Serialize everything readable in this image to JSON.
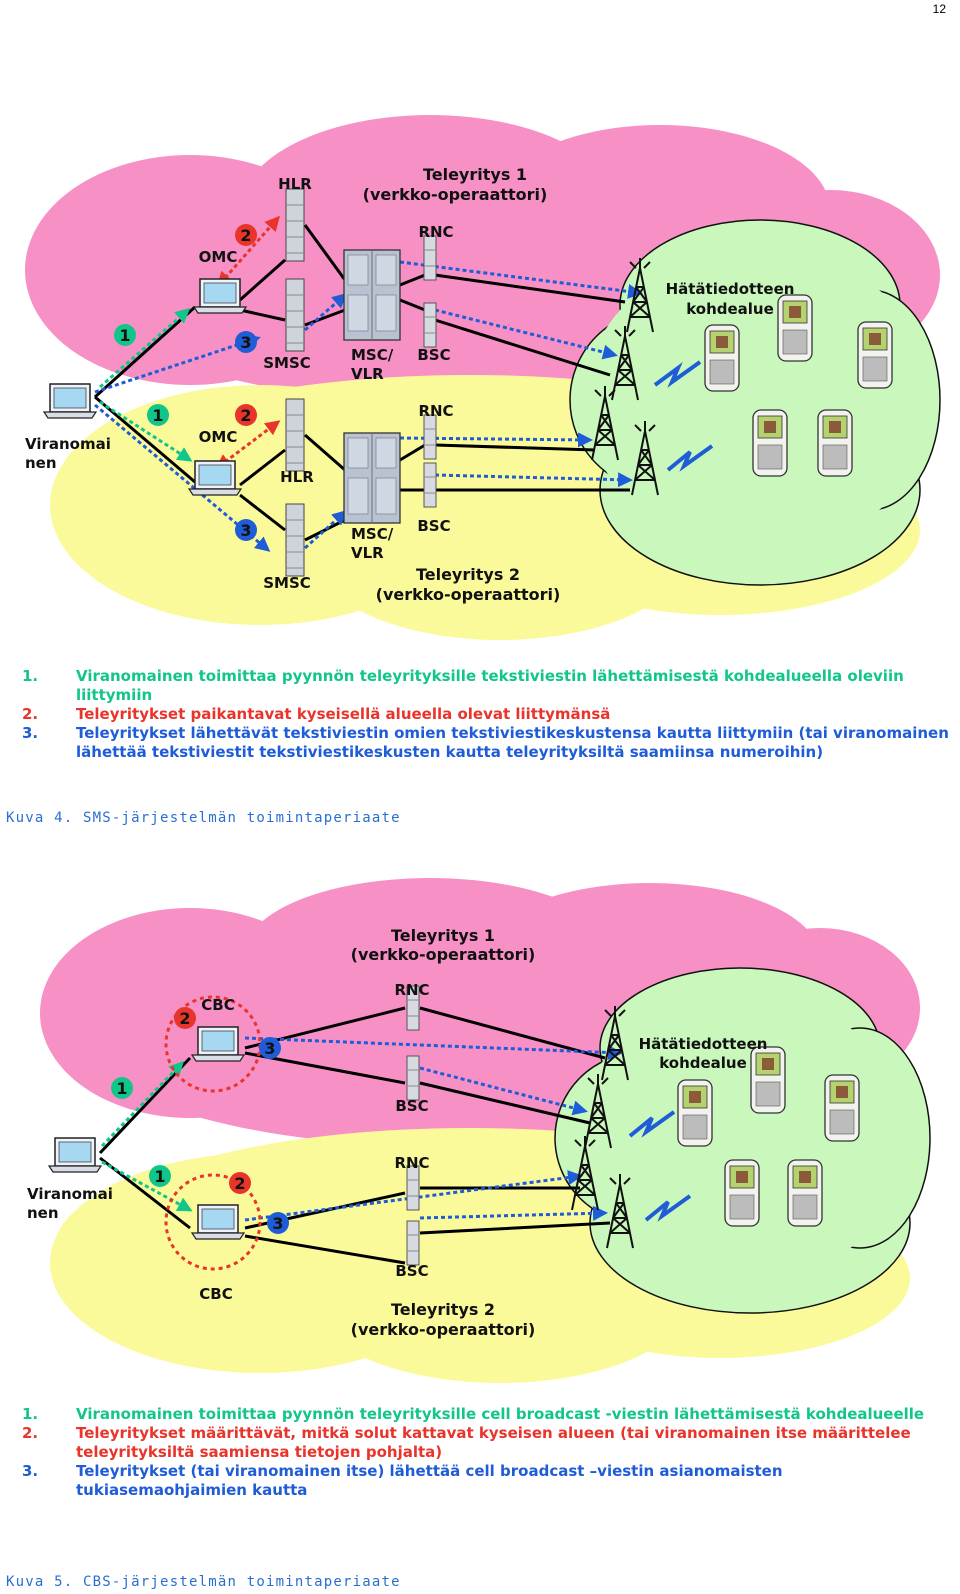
{
  "page_number": "12",
  "colors": {
    "operator1_cloud": "#f790c5",
    "operator2_cloud": "#fbfa9a",
    "target_cloud": "#c9f7bc",
    "step1": "#12c68a",
    "step2": "#e8342a",
    "step3": "#1e5cd8",
    "caption": "#2a6fd0"
  },
  "figure4": {
    "operator1_title": "Teleyritys 1",
    "operator1_subtitle": "(verkko-operaattori)",
    "operator2_title": "Teleyritys 2",
    "operator2_subtitle": "(verkko-operaattori)",
    "authority_line1": "Viranomai",
    "authority_line2": "nen",
    "target_line1": "Hätätiedotteen",
    "target_line2": "kohdealue",
    "labels": {
      "hlr": "HLR",
      "omc": "OMC",
      "smsc": "SMSC",
      "msc_line1": "MSC/",
      "msc_line2": "VLR",
      "rnc": "RNC",
      "bsc": "BSC"
    },
    "badges": {
      "one": "1",
      "two": "2",
      "three": "3"
    },
    "legend": [
      {
        "num": "1.",
        "text": "Viranomainen toimittaa pyynnön teleyrityksille tekstiviestin lähettämisestä kohdealueella oleviin liittymiin",
        "color": "#12c68a"
      },
      {
        "num": "2.",
        "text": "Teleyritykset paikantavat kyseisellä alueella olevat liittymänsä",
        "color": "#e8342a"
      },
      {
        "num": "3.",
        "text": "Teleyritykset lähettävät tekstiviestin omien tekstiviestikeskustensa kautta liittymiin (tai viranomainen lähettää tekstiviestit tekstiviestikeskusten kautta teleyrityksiltä saamiinsa numeroihin)",
        "color": "#1e5cd8"
      }
    ],
    "caption": "Kuva 4. SMS-järjestelmän toimintaperiaate"
  },
  "figure5": {
    "operator1_title": "Teleyritys 1",
    "operator1_subtitle": "(verkko-operaattori)",
    "operator2_title": "Teleyritys 2",
    "operator2_subtitle": "(verkko-operaattori)",
    "authority_line1": "Viranomai",
    "authority_line2": "nen",
    "target_line1": "Hätätiedotteen",
    "target_line2": "kohdealue",
    "labels": {
      "cbc": "CBC",
      "rnc": "RNC",
      "bsc": "BSC"
    },
    "badges": {
      "one": "1",
      "two": "2",
      "three": "3"
    },
    "legend": [
      {
        "num": "1.",
        "text": "Viranomainen toimittaa pyynnön teleyrityksille cell broadcast -viestin lähettämisestä kohdealueelle",
        "color": "#12c68a"
      },
      {
        "num": "2.",
        "text": "Teleyritykset määrittävät, mitkä solut kattavat kyseisen alueen (tai viranomainen itse määrittelee teleyrityksiltä saamiensa tietojen pohjalta)",
        "color": "#e8342a"
      },
      {
        "num": "3.",
        "text": "Teleyritykset (tai viranomainen itse) lähettää cell broadcast –viestin asianomaisten tukiasemaohjaimien kautta",
        "color": "#1e5cd8"
      }
    ],
    "caption": "Kuva 5. CBS-järjestelmän toimintaperiaate"
  }
}
